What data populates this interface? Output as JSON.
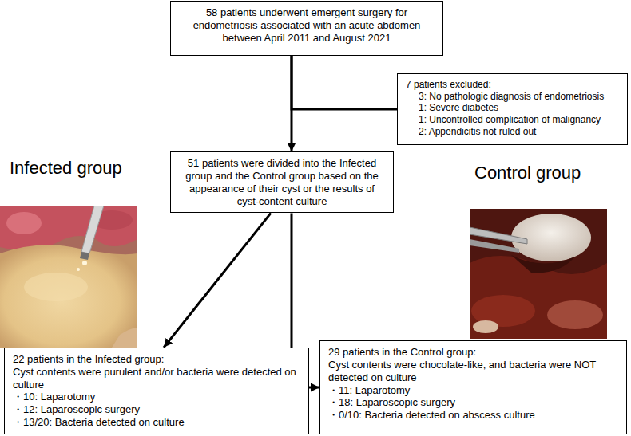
{
  "diagram": {
    "nodes": [
      {
        "text": [
          "58 patients underwent emergent surgery for endometriosis associated with an acute abdomen between April 2011 and August 2021"
        ]
      },
      {
        "text": [
          "7 patients excluded:",
          "3: No pathologic diagnosis of endometriosis",
          "1: Severe diabetes",
          "1: Uncontrolled complication of malignancy",
          "2: Appendicitis not ruled out"
        ]
      },
      {
        "text": [
          "51 patients were divided into the Infected group and the Control group based on the appearance of their cyst or the results of cyst-content culture"
        ]
      },
      {
        "text": [
          "22 patients in the Infected group:",
          "Cyst contents were purulent and/or bacteria were detected on culture",
          "・10: Laparotomy",
          "・12: Laparoscopic surgery",
          "・13/20: Bacteria detected on culture"
        ]
      },
      {
        "text": [
          "29 patients in the Control group:",
          "Cyst contents were chocolate-like, and bacteria were NOT detected on culture",
          "・11: Laparotomy",
          "・18: Laparoscopic surgery",
          "・0/10: Bacteria detected on abscess culture"
        ]
      }
    ],
    "edges": [
      {
        "from": 0,
        "to": 2,
        "arrow": "to"
      },
      {
        "from": 0,
        "to": 1,
        "arrow": "none"
      },
      {
        "from": 2,
        "to": 3,
        "arrow": "to"
      },
      {
        "from": 2,
        "to": 4,
        "arrow": "to"
      }
    ],
    "labels": [
      "Infected group",
      "Control group"
    ]
  }
}
